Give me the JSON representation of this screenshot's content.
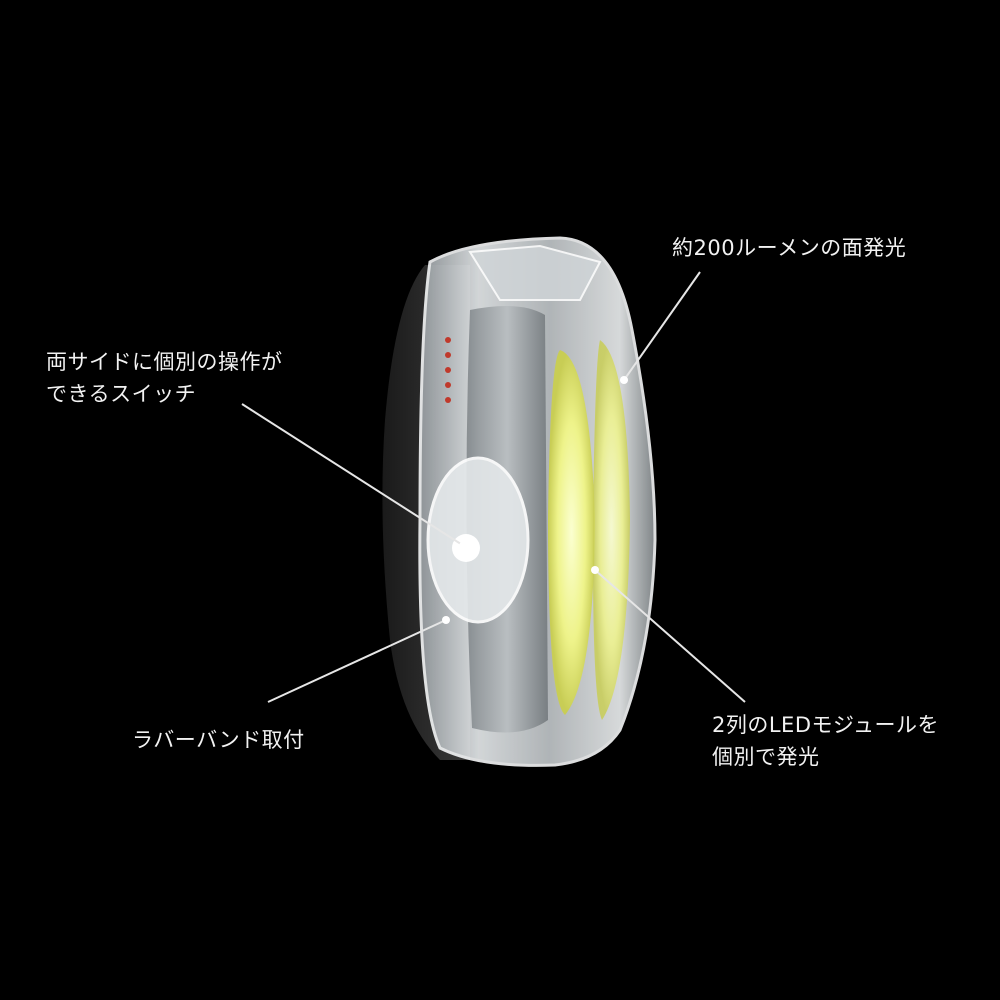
{
  "callouts": {
    "brightness": {
      "lines": [
        "約200ルーメンの面発光"
      ]
    },
    "switch": {
      "lines": [
        "両サイドに個別の操作が",
        "できるスイッチ"
      ]
    },
    "band": {
      "lines": [
        "ラバーバンド取付"
      ]
    },
    "led": {
      "lines": [
        "2列のLEDモジュールを",
        "個別で発光"
      ]
    }
  },
  "colors": {
    "background": "#000000",
    "text": "#f2f2f2",
    "leader_line": "#e6e6e6",
    "led_glow": "#f3f7a0",
    "housing": "#d8dde0"
  }
}
